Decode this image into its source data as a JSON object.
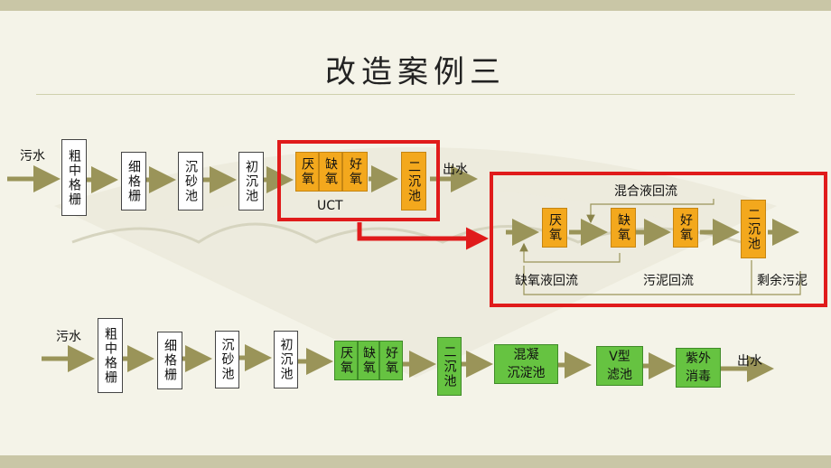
{
  "title": "改造案例三",
  "row1": {
    "inflow": "污水",
    "screen_coarse": "粗中格栅",
    "screen_fine": "细格栅",
    "grit": "沉砂池",
    "primary": "初沉池",
    "anaerobic": "厌氧",
    "anoxic": "缺氧",
    "aerobic": "好氧",
    "secondary": "二沉池",
    "outflow": "出水",
    "uct_label": "UCT"
  },
  "detail": {
    "anaerobic": "厌氧",
    "anoxic": "缺氧",
    "aerobic": "好氧",
    "secondary": "二沉池",
    "mixed_return": "混合液回流",
    "anoxic_return": "缺氧液回流",
    "sludge_return": "污泥回流",
    "excess_sludge": "剩余污泥"
  },
  "row2": {
    "inflow": "污水",
    "screen_coarse": "粗中格栅",
    "screen_fine": "细格栅",
    "grit": "沉砂池",
    "primary": "初沉池",
    "anaerobic": "厌氧",
    "anoxic": "缺氧",
    "aerobic": "好氧",
    "secondary": "二沉池",
    "coag_line1": "混凝",
    "coag_line2": "沉淀池",
    "vfilter_line1": "V型",
    "vfilter_line2": "滤池",
    "uv_line1": "紫外",
    "uv_line2": "消毒",
    "outflow": "出水"
  },
  "colors": {
    "orange": "#f3a81d",
    "green": "#66c341",
    "red": "#e01b1b",
    "arrow": "#9a9459"
  }
}
